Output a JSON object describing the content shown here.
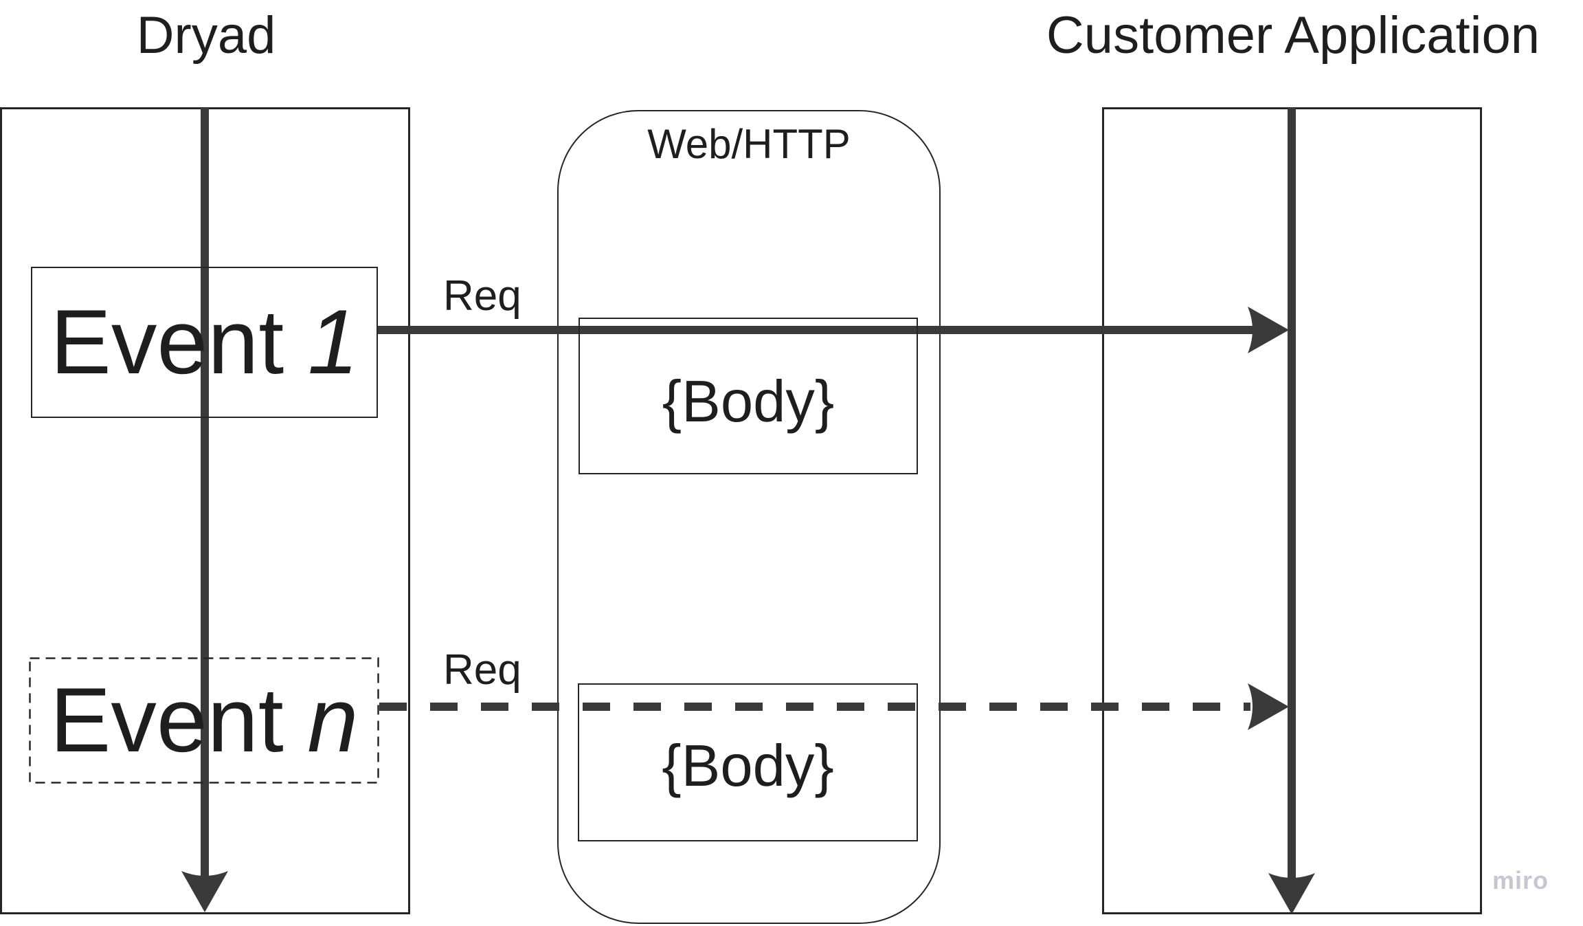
{
  "diagram": {
    "titles": {
      "left": "Dryad",
      "right": "Customer Application"
    },
    "web_container_label": "Web/HTTP",
    "events": [
      {
        "name": "Event",
        "suffix": "1",
        "box_style": "solid"
      },
      {
        "name": "Event",
        "suffix": "n",
        "box_style": "dashed"
      }
    ],
    "messages": [
      {
        "label": "Req",
        "line": "solid",
        "from": "Dryad",
        "to": "Customer Application",
        "body_label": "{Body}"
      },
      {
        "label": "Req",
        "line": "dashed",
        "from": "Dryad",
        "to": "Customer Application",
        "body_label": "{Body}"
      }
    ],
    "watermark": "miro",
    "colors": {
      "background": "#ffffff",
      "thin_stroke": "#262626",
      "thick_line": "#3a3a3a",
      "text": "#1e1e1e",
      "watermark": "#c6c5d2"
    }
  }
}
